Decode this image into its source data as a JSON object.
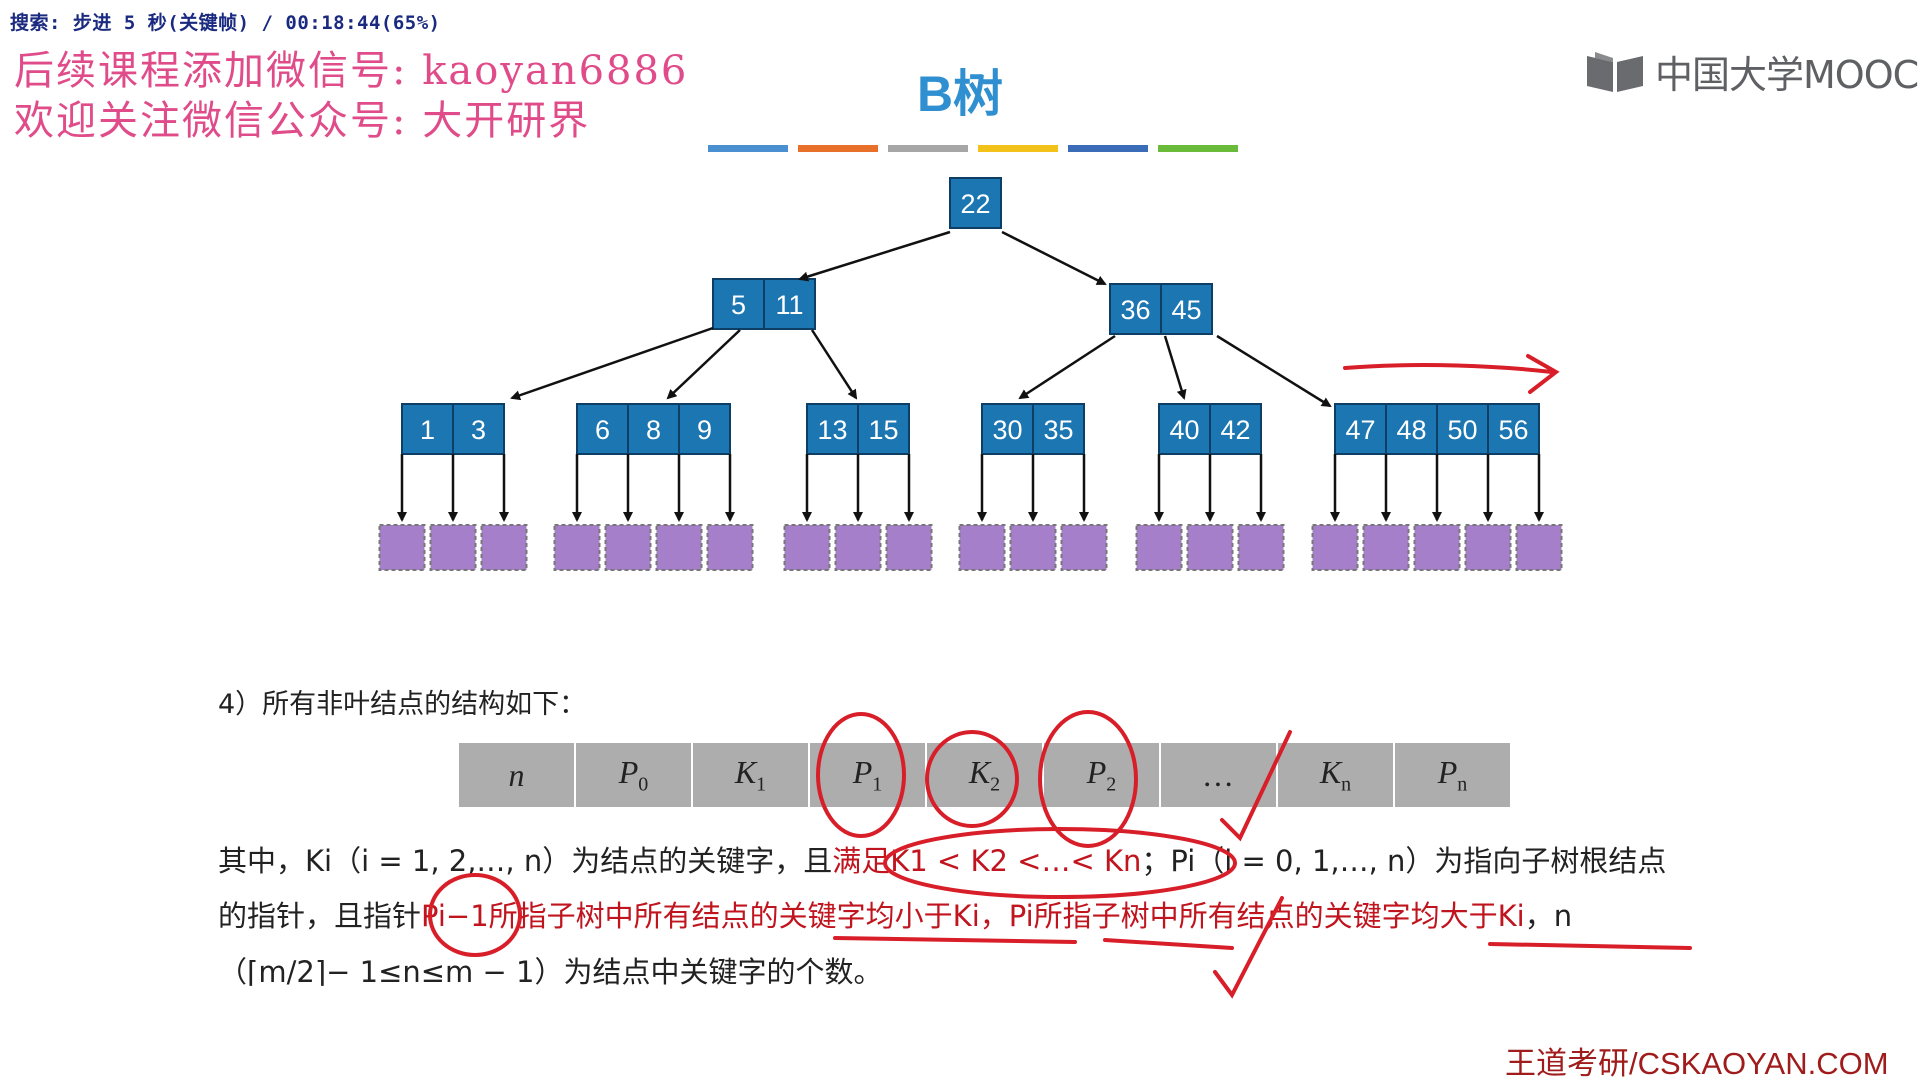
{
  "status_line": "搜索: 步进 5 秒(关键帧) / 00:18:44(65%)",
  "watermark": {
    "line1": "后续课程添加微信号: kaoyan6886",
    "line2": "欢迎关注微信公众号: 大开研界"
  },
  "logo_text": "中国大学MOOC",
  "title": "B树",
  "color_bar": [
    "#4a8fd0",
    "#e8702a",
    "#a6a6a6",
    "#f2c21b",
    "#3b6cb8",
    "#6bbb3a"
  ],
  "colors": {
    "node_fill": "#1b76b2",
    "leaf_fill": "#a57fc9",
    "ink_red": "#d81e28"
  },
  "tree": {
    "root": [
      "22"
    ],
    "level2": [
      [
        "5",
        "11"
      ],
      [
        "36",
        "45"
      ]
    ],
    "level3": [
      [
        "1",
        "3"
      ],
      [
        "6",
        "8",
        "9"
      ],
      [
        "13",
        "15"
      ],
      [
        "30",
        "35"
      ],
      [
        "40",
        "42"
      ],
      [
        "47",
        "48",
        "50",
        "56"
      ]
    ]
  },
  "note": "4）所有非叶结点的结构如下：",
  "structure_cells": [
    {
      "sym": "n",
      "sub": ""
    },
    {
      "sym": "P",
      "sub": "0"
    },
    {
      "sym": "K",
      "sub": "1"
    },
    {
      "sym": "P",
      "sub": "1"
    },
    {
      "sym": "K",
      "sub": "2"
    },
    {
      "sym": "P",
      "sub": "2"
    },
    {
      "sym": "…",
      "sub": ""
    },
    {
      "sym": "K",
      "sub": "n"
    },
    {
      "sym": "P",
      "sub": "n"
    }
  ],
  "paragraph": {
    "l1_a": "其中，Ki（i = 1, 2,…, n）为结点的关键字，且",
    "l1_red": "满足K1 < K2 <…< Kn",
    "l1_b": "；Pi（i = 0, 1,…, n）为指向子树根结点",
    "l2_a": "的指针，且指针",
    "l2_red1": "Pi−1所指子树中所有结点的关键字均小于Ki，Pi所指子树中所有结点的关键字均大于Ki",
    "l2_b": "，n",
    "l3": "（⌈m/2⌉− 1≤n≤m − 1）为结点中关键字的个数。"
  },
  "footer": "王道考研/CSKAOYAN.COM"
}
